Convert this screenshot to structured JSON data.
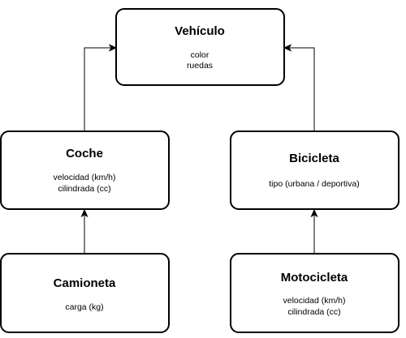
{
  "diagram": {
    "nodes": {
      "vehiculo": {
        "title": "Vehículo",
        "attributes": [
          "color",
          "ruedas"
        ]
      },
      "coche": {
        "title": "Coche",
        "attributes": [
          "velocidad (km/h)",
          "cilindrada (cc)"
        ]
      },
      "bicicleta": {
        "title": "Bicicleta",
        "attributes": [
          "tipo (urbana / deportiva)"
        ]
      },
      "camioneta": {
        "title": "Camioneta",
        "attributes": [
          "carga (kg)"
        ]
      },
      "motocicleta": {
        "title": "Motocicleta",
        "attributes": [
          "velocidad (km/h)",
          "cilindrada (cc)"
        ]
      }
    },
    "edges": [
      {
        "from": "coche",
        "to": "vehiculo"
      },
      {
        "from": "bicicleta",
        "to": "vehiculo"
      },
      {
        "from": "camioneta",
        "to": "coche"
      },
      {
        "from": "motocicleta",
        "to": "bicicleta"
      }
    ],
    "colors": {
      "stroke": "#000000",
      "fill": "#ffffff",
      "text": "#000000"
    }
  }
}
